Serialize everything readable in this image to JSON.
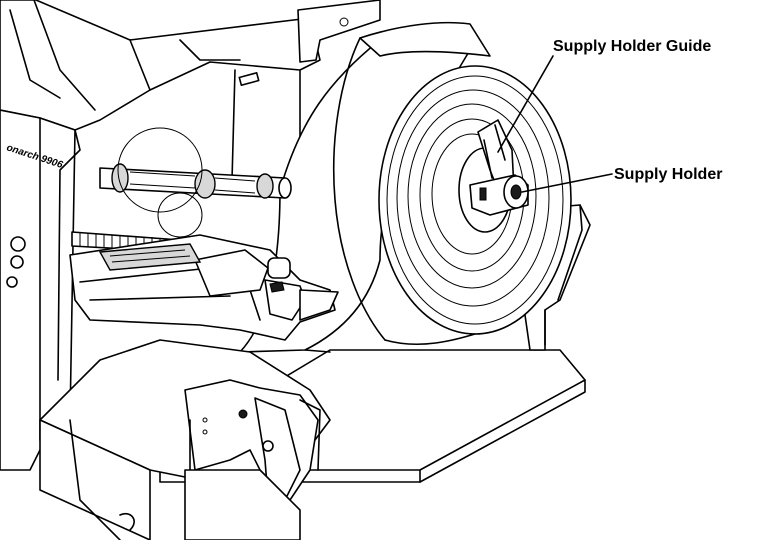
{
  "figure": {
    "brand_label": "onarch 9906",
    "callouts": [
      {
        "id": "supply-holder-guide",
        "label": "Supply Holder Guide"
      },
      {
        "id": "supply-holder",
        "label": "Supply Holder"
      }
    ]
  }
}
